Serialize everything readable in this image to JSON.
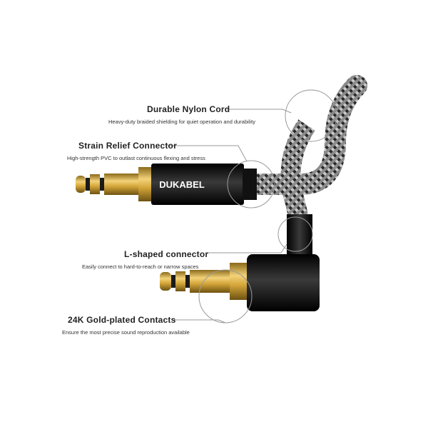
{
  "brand": "DUKABEL",
  "features": [
    {
      "title": "Durable Nylon Cord",
      "description": "Heavy-duty braided shielding for quiet operation and durability"
    },
    {
      "title": "Strain Relief Connector",
      "description": "High-strength PVC to outlast continuous flexing and stress"
    },
    {
      "title": "L-shaped connector",
      "description": "Easily connect to hard-to-reach or narrow spaces"
    },
    {
      "title": "24K Gold-plated Contacts",
      "description": "Ensure the most precise sound reproduction available"
    }
  ],
  "colors": {
    "gold": "#d4a63a",
    "connector": "#141414",
    "braid": "#6b6b6b",
    "callout": "#9a9a9a"
  }
}
